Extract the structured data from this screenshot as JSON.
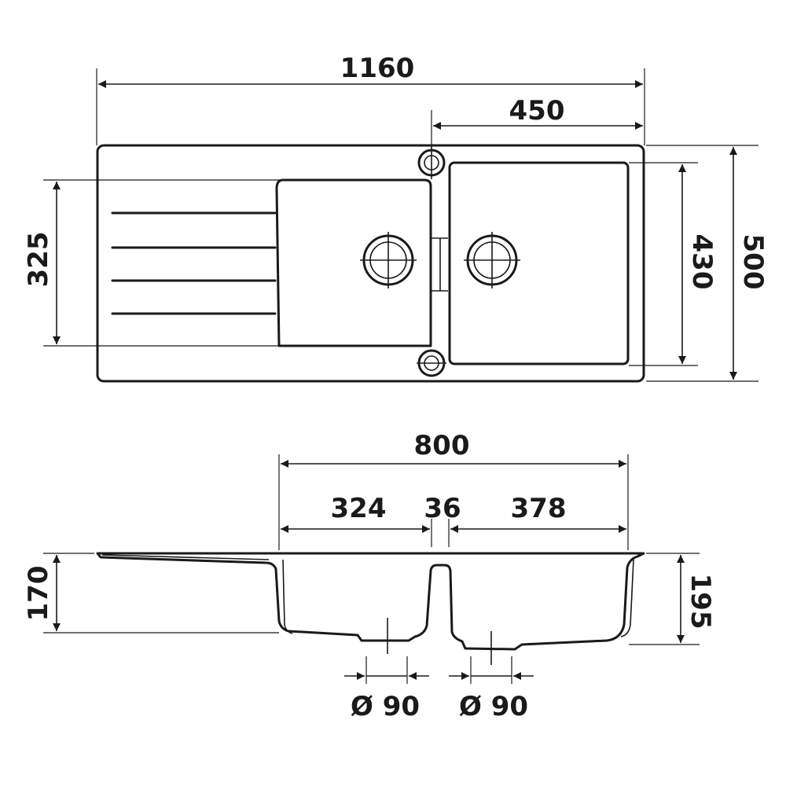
{
  "dimensions": {
    "total_width": "1160",
    "bowl_width": "450",
    "drainer_depth": "325",
    "bowl_depth": "430",
    "total_depth": "500",
    "lower_width": "800",
    "left_bowl_width": "324",
    "divider_width": "36",
    "right_bowl_width": "378",
    "left_bowl_height": "170",
    "right_bowl_height": "195",
    "drain_left": "Ø 90",
    "drain_right": "Ø 90"
  }
}
